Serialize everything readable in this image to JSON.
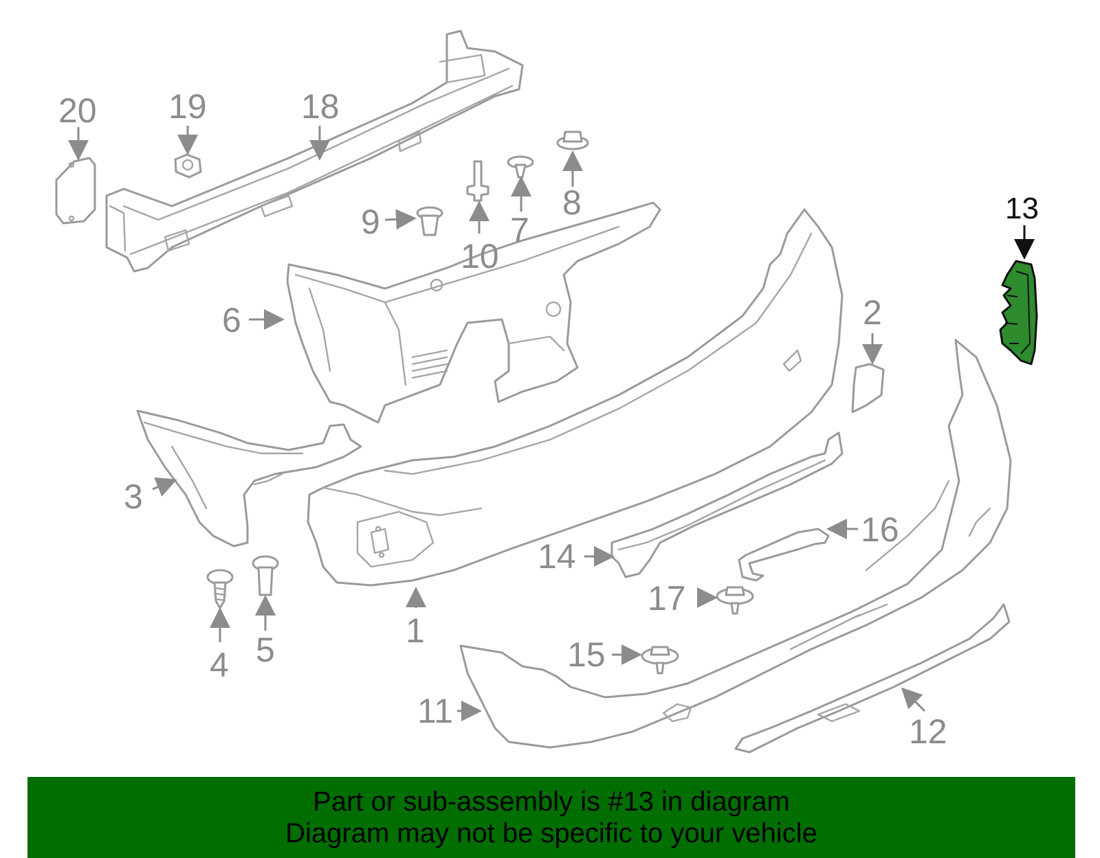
{
  "banner": {
    "line1": "Part or sub-assembly is #13 in diagram",
    "line2": "Diagram may not be specific to your vehicle"
  },
  "highlight": {
    "part_number": "13",
    "color": "#2e8b2e",
    "banner_color": "#006e00"
  },
  "callouts": {
    "c1": "1",
    "c2": "2",
    "c3": "3",
    "c4": "4",
    "c5": "5",
    "c6": "6",
    "c7": "7",
    "c8": "8",
    "c9": "9",
    "c10": "10",
    "c11": "11",
    "c12": "12",
    "c13": "13",
    "c14": "14",
    "c15": "15",
    "c16": "16",
    "c17": "17",
    "c18": "18",
    "c19": "19",
    "c20": "20"
  }
}
